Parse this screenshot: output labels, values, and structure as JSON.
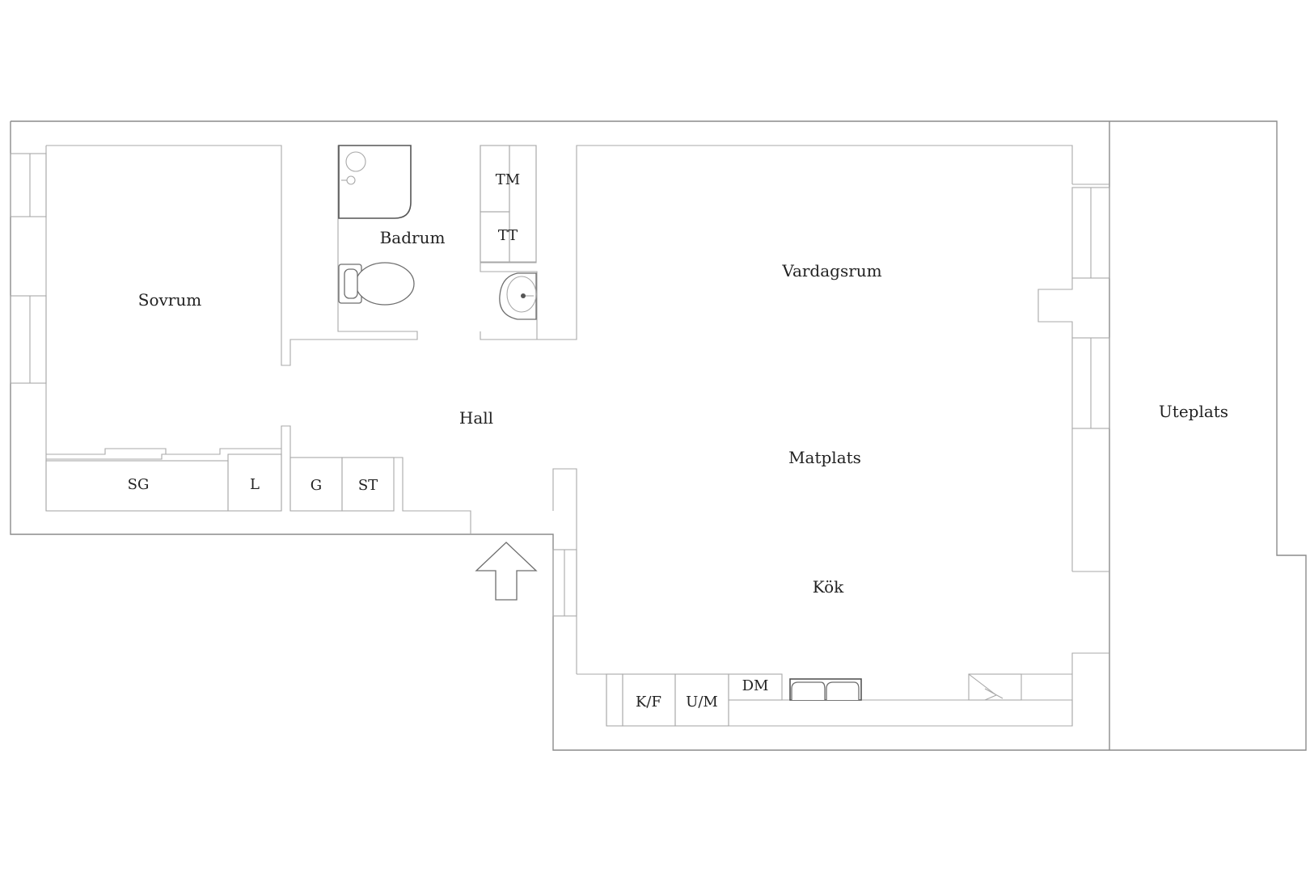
{
  "rooms": {
    "sovrum": "Sovrum",
    "badrum": "Badrum",
    "hall": "Hall",
    "vardagsrum": "Vardagsrum",
    "matplats": "Matplats",
    "kok": "Kök",
    "uteplats": "Uteplats"
  },
  "fixtures": {
    "tm": "TM",
    "tt": "TT",
    "sg": "SG",
    "l": "L",
    "g": "G",
    "st": "ST",
    "kf": "K/F",
    "um": "U/M",
    "dm": "DM"
  }
}
